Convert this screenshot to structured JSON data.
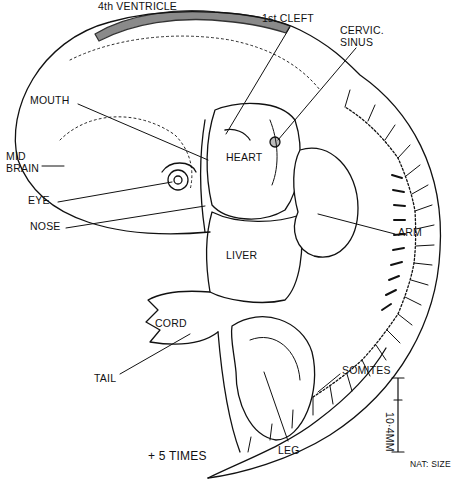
{
  "diagram": {
    "caption": "+ 5 TIMES",
    "labels": [
      "4th VENTRICLE",
      "1st CLEFT",
      "CERVIC. SINUS",
      "MOUTH",
      "MID BRAIN",
      "EYE",
      "NOSE",
      "HEART",
      "LIVER",
      "ARM",
      "CORD",
      "TAIL",
      "SOMITES",
      "LEG",
      "10·4MM",
      "NAT: SIZE"
    ]
  }
}
